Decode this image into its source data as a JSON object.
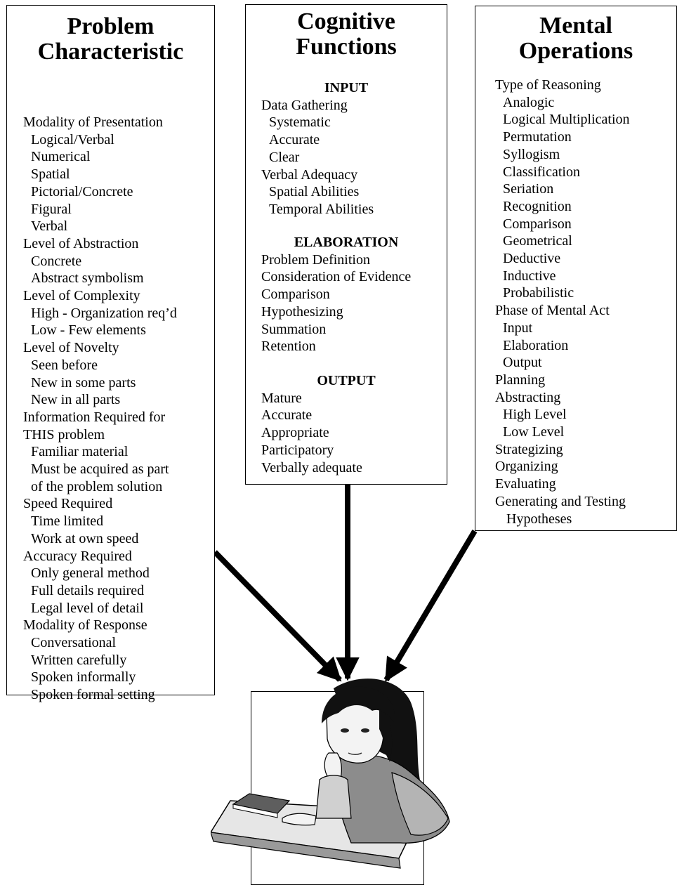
{
  "problem_characteristic": {
    "title": [
      "Problem",
      "Characteristic"
    ],
    "lines": [
      {
        "text": "Modality of Presentation",
        "level": 0
      },
      {
        "text": "Logical/Verbal",
        "level": 1
      },
      {
        "text": "Numerical",
        "level": 1
      },
      {
        "text": "Spatial",
        "level": 1
      },
      {
        "text": "Pictorial/Concrete",
        "level": 1
      },
      {
        "text": "Figural",
        "level": 1
      },
      {
        "text": "Verbal",
        "level": 1
      },
      {
        "text": "Level of Abstraction",
        "level": 0
      },
      {
        "text": "Concrete",
        "level": 1
      },
      {
        "text": "Abstract symbolism",
        "level": 1
      },
      {
        "text": "Level of Complexity",
        "level": 0
      },
      {
        "text": "High - Organization req’d",
        "level": 1
      },
      {
        "text": "Low - Few elements",
        "level": 1
      },
      {
        "text": "Level of Novelty",
        "level": 0
      },
      {
        "text": "Seen before",
        "level": 1
      },
      {
        "text": "New in some parts",
        "level": 1
      },
      {
        "text": "New in all parts",
        "level": 1
      },
      {
        "text": "Information Required for",
        "level": 0
      },
      {
        "text": "THIS problem",
        "level": 0
      },
      {
        "text": "Familiar material",
        "level": 1
      },
      {
        "text": "Must be acquired as part",
        "level": 1
      },
      {
        "text": "of the problem solution",
        "level": 1
      },
      {
        "text": "Speed Required",
        "level": 0
      },
      {
        "text": "Time limited",
        "level": 1
      },
      {
        "text": "Work at own speed",
        "level": 1
      },
      {
        "text": "Accuracy Required",
        "level": 0
      },
      {
        "text": "Only general method",
        "level": 1
      },
      {
        "text": "Full details required",
        "level": 1
      },
      {
        "text": "Legal level of detail",
        "level": 1
      },
      {
        "text": "Modality of Response",
        "level": 0
      },
      {
        "text": "Conversational",
        "level": 1
      },
      {
        "text": "Written carefully",
        "level": 1
      },
      {
        "text": "Spoken informally",
        "level": 1
      },
      {
        "text": "Spoken formal setting",
        "level": 1
      }
    ]
  },
  "cognitive_functions": {
    "title": [
      "Cognitive",
      "Functions"
    ],
    "sections": [
      {
        "heading": "INPUT",
        "lines": [
          {
            "text": "Data Gathering",
            "level": 0
          },
          {
            "text": "Systematic",
            "level": 1
          },
          {
            "text": "Accurate",
            "level": 1
          },
          {
            "text": "Clear",
            "level": 1
          },
          {
            "text": "Verbal Adequacy",
            "level": 0
          },
          {
            "text": "Spatial Abilities",
            "level": 1
          },
          {
            "text": "Temporal Abilities",
            "level": 1
          }
        ]
      },
      {
        "heading": "ELABORATION",
        "lines": [
          {
            "text": "Problem Definition",
            "level": 0
          },
          {
            "text": "Consideration of Evidence",
            "level": 0
          },
          {
            "text": "Comparison",
            "level": 0
          },
          {
            "text": "Hypothesizing",
            "level": 0
          },
          {
            "text": "Summation",
            "level": 0
          },
          {
            "text": "Retention",
            "level": 0
          }
        ]
      },
      {
        "heading": "OUTPUT",
        "lines": [
          {
            "text": "Mature",
            "level": 0
          },
          {
            "text": "Accurate",
            "level": 0
          },
          {
            "text": "Appropriate",
            "level": 0
          },
          {
            "text": "Participatory",
            "level": 0
          },
          {
            "text": "Verbally adequate",
            "level": 0
          }
        ]
      }
    ]
  },
  "mental_operations": {
    "title": [
      "Mental",
      "Operations"
    ],
    "lines": [
      {
        "text": "Type of Reasoning",
        "level": 0
      },
      {
        "text": "Analogic",
        "level": 1
      },
      {
        "text": "Logical Multiplication",
        "level": 1
      },
      {
        "text": "Permutation",
        "level": 1
      },
      {
        "text": "Syllogism",
        "level": 1
      },
      {
        "text": "Classification",
        "level": 1
      },
      {
        "text": "Seriation",
        "level": 1
      },
      {
        "text": "Recognition",
        "level": 1
      },
      {
        "text": "Comparison",
        "level": 1
      },
      {
        "text": "Geometrical",
        "level": 1
      },
      {
        "text": "Deductive",
        "level": 1
      },
      {
        "text": "Inductive",
        "level": 1
      },
      {
        "text": "Probabilistic",
        "level": 1
      },
      {
        "text": "Phase of Mental Act",
        "level": 0
      },
      {
        "text": "Input",
        "level": 1
      },
      {
        "text": "Elaboration",
        "level": 1
      },
      {
        "text": "Output",
        "level": 1
      },
      {
        "text": "Planning",
        "level": 0
      },
      {
        "text": "Abstracting",
        "level": 0
      },
      {
        "text": "High Level",
        "level": 1
      },
      {
        "text": "Low Level",
        "level": 1
      },
      {
        "text": "Strategizing",
        "level": 0
      },
      {
        "text": "Organizing",
        "level": 0
      },
      {
        "text": "Evaluating",
        "level": 0
      },
      {
        "text": "Generating and Testing",
        "level": 0
      },
      {
        "text": "Hypotheses",
        "level": 2
      }
    ]
  }
}
